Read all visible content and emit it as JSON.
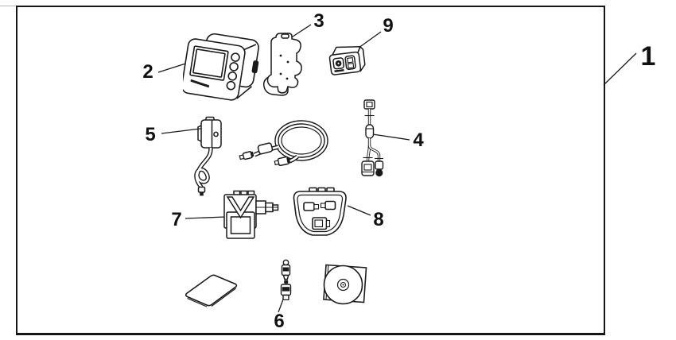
{
  "diagram_type": "accessory-kit-parts-diagram",
  "callouts": [
    {
      "num": "1"
    },
    {
      "num": "2"
    },
    {
      "num": "3"
    },
    {
      "num": "4"
    },
    {
      "num": "5"
    },
    {
      "num": "6"
    },
    {
      "num": "7"
    },
    {
      "num": "8"
    },
    {
      "num": "9"
    }
  ],
  "colors": {
    "background": "#ffffff",
    "line": "#1a1a1a",
    "frame": "#151515"
  }
}
